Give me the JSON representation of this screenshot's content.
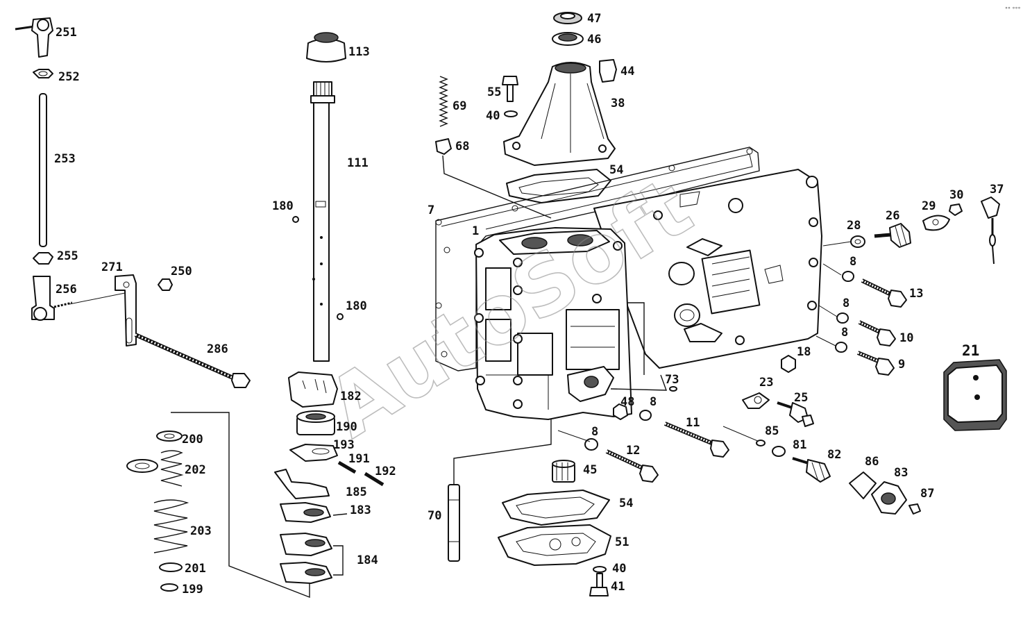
{
  "watermark": "AutoSoft",
  "corner_mark": "°° °°°",
  "callouts": [
    {
      "id": "251",
      "text": "251"
    },
    {
      "id": "252",
      "text": "252"
    },
    {
      "id": "253",
      "text": "253"
    },
    {
      "id": "255",
      "text": "255"
    },
    {
      "id": "256",
      "text": "256"
    },
    {
      "id": "271",
      "text": "271"
    },
    {
      "id": "250",
      "text": "250"
    },
    {
      "id": "286",
      "text": "286"
    },
    {
      "id": "113",
      "text": "113"
    },
    {
      "id": "111",
      "text": "111"
    },
    {
      "id": "180a",
      "text": "180"
    },
    {
      "id": "180b",
      "text": "180"
    },
    {
      "id": "182",
      "text": "182"
    },
    {
      "id": "190",
      "text": "190"
    },
    {
      "id": "193",
      "text": "193"
    },
    {
      "id": "191",
      "text": "191"
    },
    {
      "id": "192",
      "text": "192"
    },
    {
      "id": "185",
      "text": "185"
    },
    {
      "id": "183",
      "text": "183"
    },
    {
      "id": "184",
      "text": "184"
    },
    {
      "id": "200",
      "text": "200"
    },
    {
      "id": "202",
      "text": "202"
    },
    {
      "id": "203",
      "text": "203"
    },
    {
      "id": "201",
      "text": "201"
    },
    {
      "id": "199",
      "text": "199"
    },
    {
      "id": "69",
      "text": "69"
    },
    {
      "id": "68",
      "text": "68"
    },
    {
      "id": "55",
      "text": "55"
    },
    {
      "id": "40a",
      "text": "40"
    },
    {
      "id": "38",
      "text": "38"
    },
    {
      "id": "47",
      "text": "47"
    },
    {
      "id": "46",
      "text": "46"
    },
    {
      "id": "44",
      "text": "44"
    },
    {
      "id": "54a",
      "text": "54"
    },
    {
      "id": "7",
      "text": "7"
    },
    {
      "id": "1",
      "text": "1"
    },
    {
      "id": "28",
      "text": "28"
    },
    {
      "id": "26",
      "text": "26"
    },
    {
      "id": "29",
      "text": "29"
    },
    {
      "id": "30",
      "text": "30"
    },
    {
      "id": "37",
      "text": "37"
    },
    {
      "id": "8a",
      "text": "8"
    },
    {
      "id": "13",
      "text": "13"
    },
    {
      "id": "8b",
      "text": "8"
    },
    {
      "id": "10",
      "text": "10"
    },
    {
      "id": "8c",
      "text": "8"
    },
    {
      "id": "9",
      "text": "9"
    },
    {
      "id": "18",
      "text": "18"
    },
    {
      "id": "21",
      "text": "21"
    },
    {
      "id": "73",
      "text": "73"
    },
    {
      "id": "23",
      "text": "23"
    },
    {
      "id": "25",
      "text": "25"
    },
    {
      "id": "48",
      "text": "48"
    },
    {
      "id": "8d",
      "text": "8"
    },
    {
      "id": "11",
      "text": "11"
    },
    {
      "id": "85",
      "text": "85"
    },
    {
      "id": "81",
      "text": "81"
    },
    {
      "id": "82",
      "text": "82"
    },
    {
      "id": "86",
      "text": "86"
    },
    {
      "id": "83",
      "text": "83"
    },
    {
      "id": "87",
      "text": "87"
    },
    {
      "id": "8e",
      "text": "8"
    },
    {
      "id": "12",
      "text": "12"
    },
    {
      "id": "45",
      "text": "45"
    },
    {
      "id": "54b",
      "text": "54"
    },
    {
      "id": "70",
      "text": "70"
    },
    {
      "id": "51",
      "text": "51"
    },
    {
      "id": "40b",
      "text": "40"
    },
    {
      "id": "41",
      "text": "41"
    }
  ]
}
